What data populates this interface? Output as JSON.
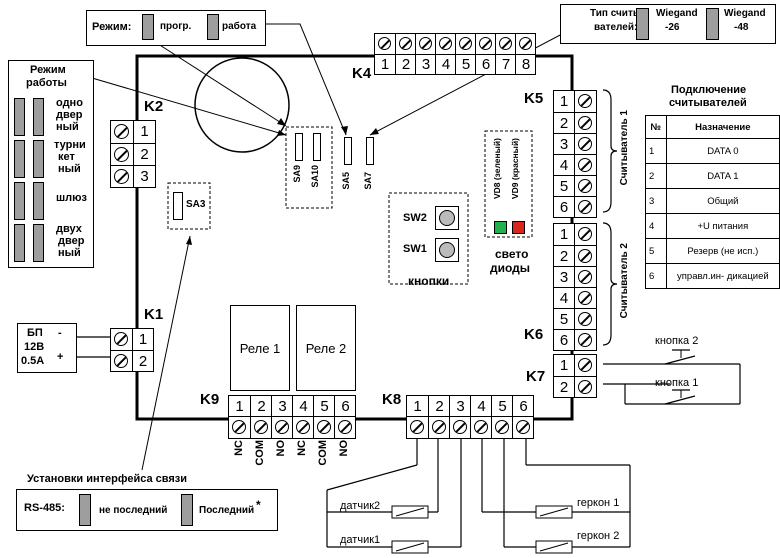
{
  "mode_box": {
    "title": "Режим:",
    "left_label": "прогр.",
    "right_label": "работа"
  },
  "reader_type_box": {
    "title_line1": "Тип считы-",
    "title_line2": "вателей:",
    "w26_line1": "Wiegand",
    "w26_line2": "-26",
    "w48_line1": "Wiegand",
    "w48_line2": "-48"
  },
  "work_mode": {
    "title_line1": "Режим",
    "title_line2": "работы",
    "items": [
      {
        "line1": "одно",
        "line2": "двер",
        "line3": "ный"
      },
      {
        "line1": "турни",
        "line2": "кет",
        "line3": "ный"
      },
      {
        "line1": "шлюз",
        "line2": "",
        "line3": ""
      },
      {
        "line1": "двух",
        "line2": "двер",
        "line3": "ный"
      }
    ]
  },
  "connectors": {
    "k1": "K1",
    "k2": "K2",
    "k4": "K4",
    "k5": "K5",
    "k6": "K6",
    "k7": "K7",
    "k8": "K8",
    "k9": "K9",
    "k2_pins": [
      "1",
      "2",
      "3"
    ],
    "k1_pins": [
      "1",
      "2"
    ],
    "k4_pins": [
      "1",
      "2",
      "3",
      "4",
      "5",
      "6",
      "7",
      "8"
    ],
    "k5_pins": [
      "1",
      "2",
      "3",
      "4",
      "5",
      "6"
    ],
    "k6_pins": [
      "1",
      "2",
      "3",
      "4",
      "5",
      "6"
    ],
    "k7_pins": [
      "1",
      "2"
    ],
    "k8_pins": [
      "1",
      "2",
      "3",
      "4",
      "5",
      "6"
    ],
    "k9_pins": [
      "1",
      "2",
      "3",
      "4",
      "5",
      "6"
    ]
  },
  "power": {
    "line1": "БП",
    "line2": "12В",
    "line3": "0.5А",
    "minus": "-",
    "plus": "+"
  },
  "jumpers": {
    "sa3": "SA3",
    "sa9": "SA9",
    "sa10": "SA10",
    "sa5": "SA5",
    "sa7": "SA7"
  },
  "buttons": {
    "sw2": "SW2",
    "sw1": "SW1",
    "caption": "кнопки"
  },
  "leds": {
    "vd8": "VD8 (зеленый)",
    "vd9": "VD9 (красный)",
    "caption_line1": "свето",
    "caption_line2": "диоды",
    "green": "#22b14c",
    "red": "#d9261c"
  },
  "relays": {
    "r1": "Реле 1",
    "r2": "Реле 2"
  },
  "k9_labels": [
    "NC",
    "COM",
    "NO",
    "NC",
    "COM",
    "NO"
  ],
  "reader_labels": {
    "reader1": "Считыватель 1",
    "reader2": "Считыватель 2"
  },
  "readers_table": {
    "title_line1": "Подключение",
    "title_line2": "считывателей",
    "col1": "№",
    "col2": "Назначение",
    "rows": [
      {
        "n": "1",
        "d": "DATA 0"
      },
      {
        "n": "2",
        "d": "DATA 1"
      },
      {
        "n": "3",
        "d": "Общий"
      },
      {
        "n": "4",
        "d": "+U питания"
      },
      {
        "n": "5",
        "d": "Резерв (не исп.)"
      },
      {
        "n": "6",
        "d": "управл.ин- дикацией"
      }
    ]
  },
  "k7_buttons": {
    "b2": "кнопка 2",
    "b1": "кнопка 1"
  },
  "sensors": {
    "s2": "датчик2",
    "s1": "датчик1",
    "g1": "геркон 1",
    "g2": "геркон 2"
  },
  "interface": {
    "title": "Установки интерфейса связи",
    "rs": "RS-485:",
    "not_last": "не последний",
    "last": "Последний",
    "star": "*"
  }
}
